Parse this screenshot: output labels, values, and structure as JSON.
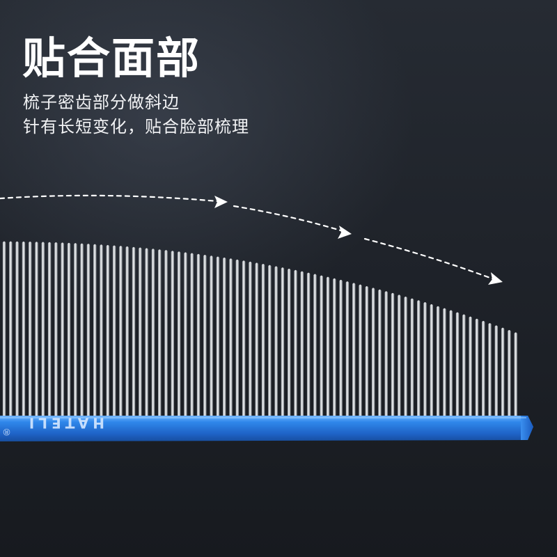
{
  "headline": "贴合面部",
  "description": {
    "line1": "梳子密齿部分做斜边",
    "line2": "针有长短变化，贴合脸部梳理"
  },
  "product": {
    "brand_mark": "HATELI",
    "registered_mark": "®",
    "handle_color": "#2f7fe0",
    "tine_color": "#d9dcdf"
  }
}
